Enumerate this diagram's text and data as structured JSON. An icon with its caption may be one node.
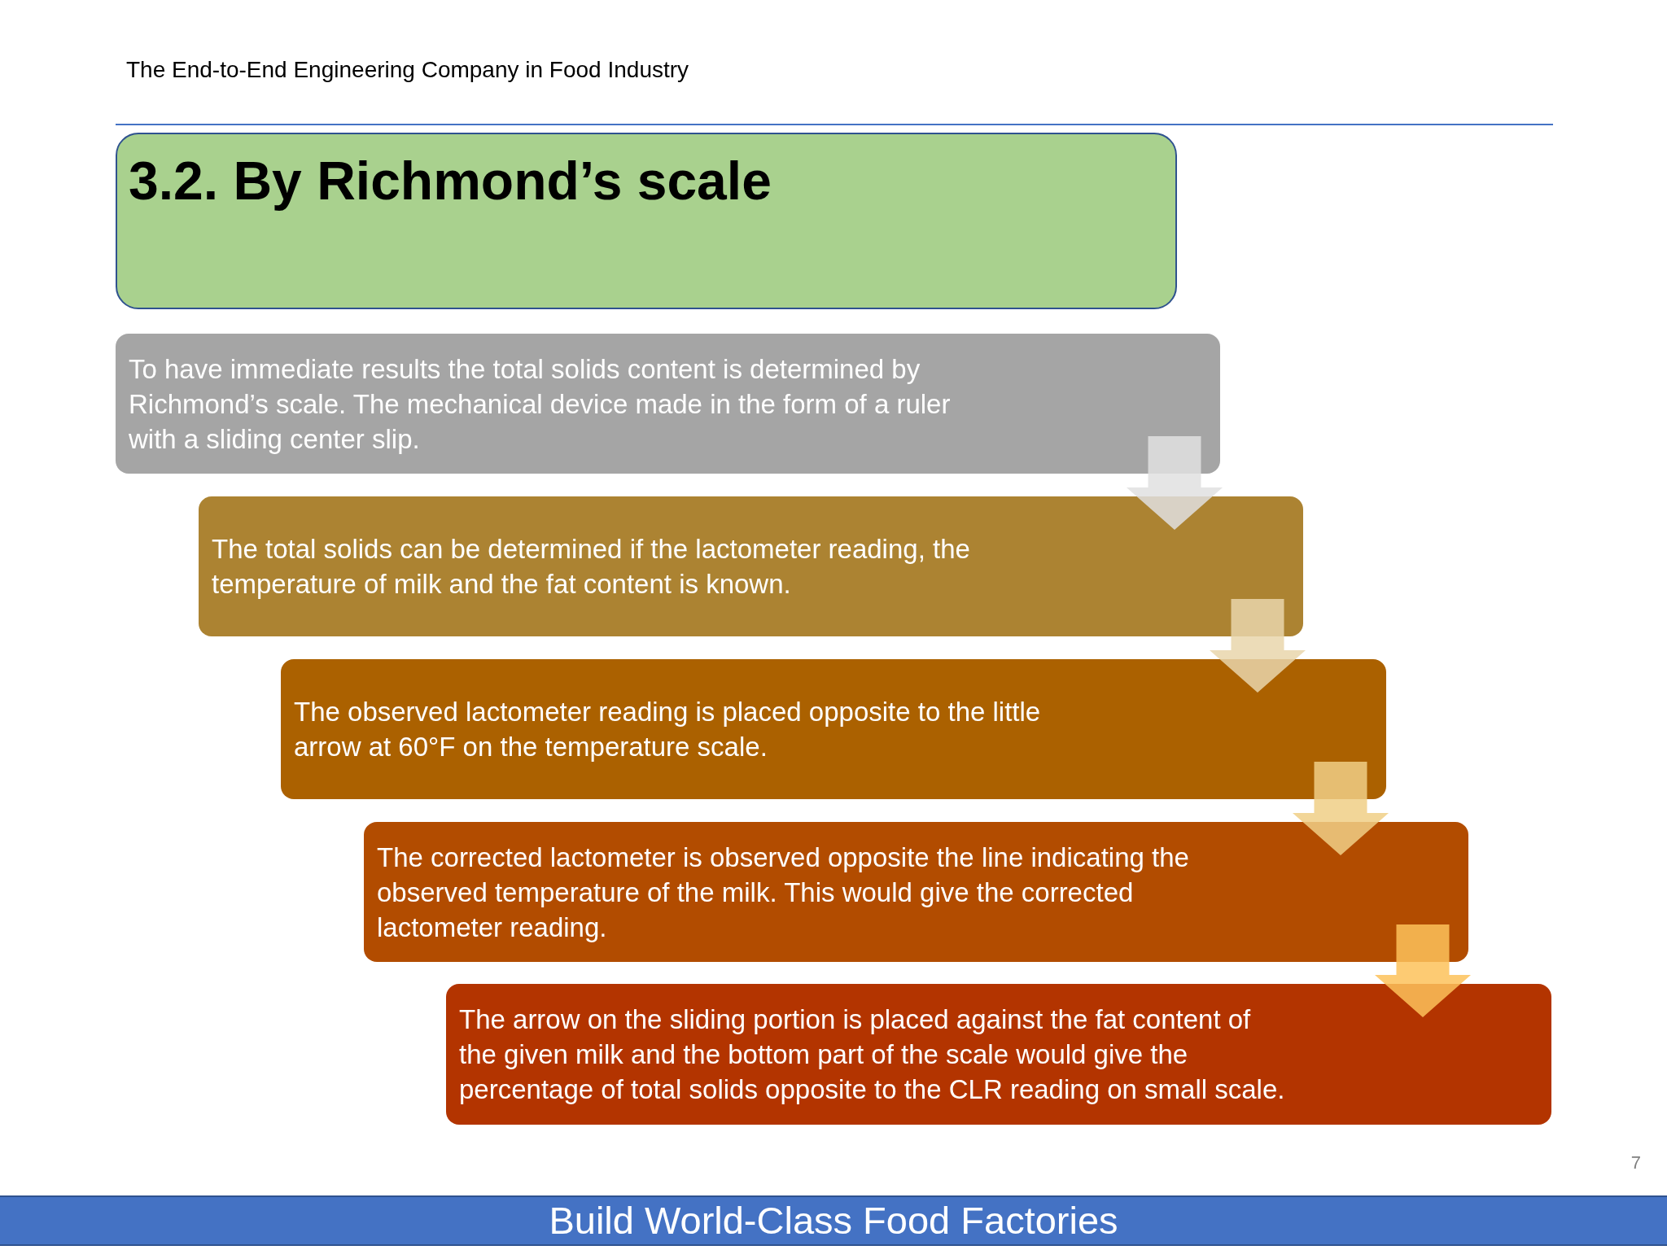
{
  "diagram": {
    "nodes": [
      {
        "text": [
          "3.2. By Richmond’s scale"
        ]
      },
      {
        "text": [
          "To have immediate results the total solids content is determined by Richmond’s scale. The mechanical device made in the form of a ruler with a sliding center slip."
        ]
      },
      {
        "text": [
          "The total solids can be determined if the lactometer reading, the temperature of milk and the fat content is known."
        ]
      },
      {
        "text": [
          "The observed lactometer reading is placed opposite to the little arrow at 60°F on the temperature scale."
        ]
      },
      {
        "text": [
          "The corrected lactometer is observed opposite the line indicating the observed temperature of the milk. This would give the corrected lactometer reading."
        ]
      },
      {
        "text": [
          "The arrow on the sliding portion is placed against the fat content of the given milk and the bottom part of the scale would give the percentage of total solids opposite to the CLR reading on small scale."
        ]
      },
      {
        "text": [
          "Build World-Class Food Factories"
        ]
      }
    ],
    "edges": [
      {
        "from": 1,
        "to": 2,
        "arrow": "to",
        "color": "#e0e0e0"
      },
      {
        "from": 2,
        "to": 3,
        "arrow": "to",
        "color": "#e9d6ac"
      },
      {
        "from": 3,
        "to": 4,
        "arrow": "to",
        "color": "#f0cf86"
      },
      {
        "from": 4,
        "to": 5,
        "arrow": "to",
        "color": "#fdc25a"
      }
    ],
    "labels": [
      "The End-to-End Engineering Company in Food Industry",
      "7"
    ]
  }
}
